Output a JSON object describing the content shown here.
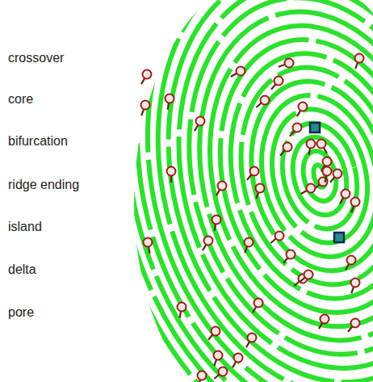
{
  "diagram": {
    "labels": [
      "crossover",
      "core",
      "bifurcation",
      "ridge ending",
      "island",
      "delta",
      "pore"
    ]
  }
}
